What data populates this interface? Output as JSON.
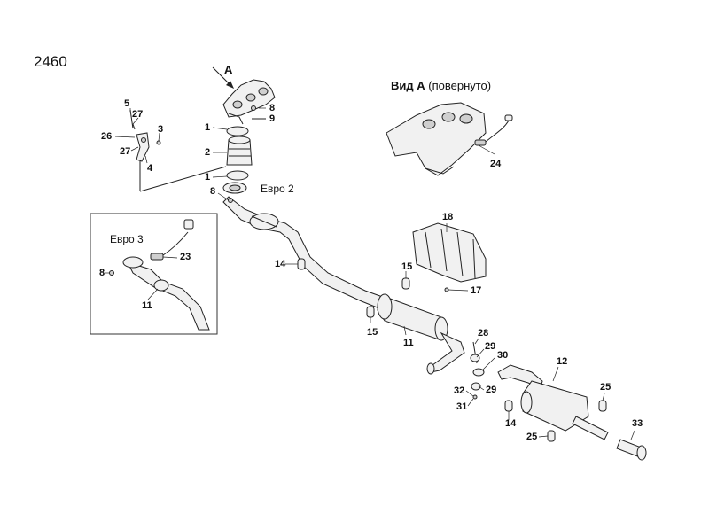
{
  "diagram_number": "2460",
  "view": {
    "label_bold": "Вид А",
    "label_rest": " (повернуто)"
  },
  "variants": {
    "euro2": "Евро 2",
    "euro3": "Евро 3"
  },
  "arrow_label": "А",
  "callouts": {
    "c1a": "1",
    "c1b": "1",
    "c2": "2",
    "c3": "3",
    "c4": "4",
    "c5": "5",
    "c8a": "8",
    "c8b": "8",
    "c8c": "8",
    "c9": "9",
    "c11a": "11",
    "c11b": "11",
    "c12": "12",
    "c14a": "14",
    "c14b": "14",
    "c15a": "15",
    "c15b": "15",
    "c17": "17",
    "c18": "18",
    "c23": "23",
    "c24": "24",
    "c25a": "25",
    "c25b": "25",
    "c26": "26",
    "c27a": "27",
    "c27b": "27",
    "c28": "28",
    "c29a": "29",
    "c29b": "29",
    "c30": "30",
    "c31": "31",
    "c32": "32",
    "c33": "33"
  }
}
